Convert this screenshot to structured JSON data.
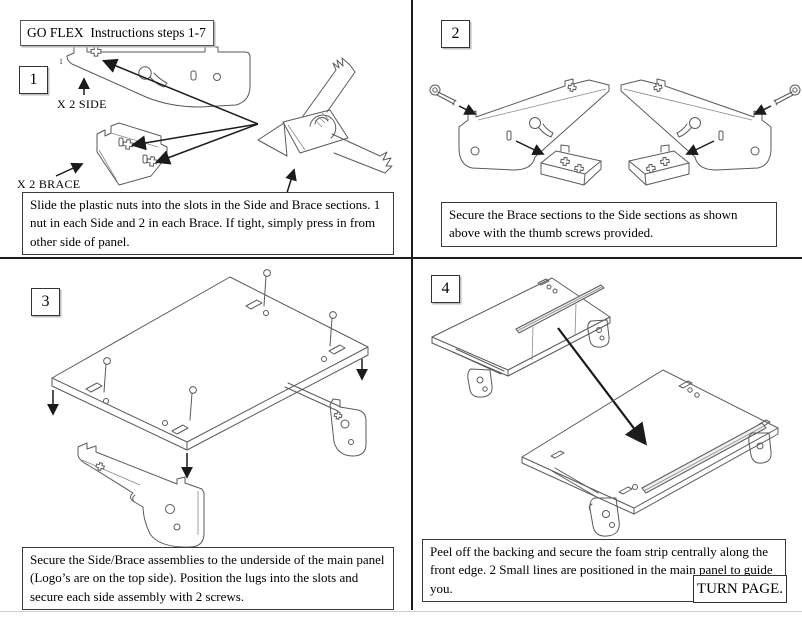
{
  "title": "GO FLEX  Instructions steps 1-7",
  "steps": [
    {
      "number": "1",
      "instruction": "Slide the plastic nuts into the slots in the Side and Brace sections. 1 nut in each Side and 2 in each Brace. If tight, simply press in from other side of panel."
    },
    {
      "number": "2",
      "instruction": "Secure the Brace sections to the Side sections as shown above with the thumb screws provided."
    },
    {
      "number": "3",
      "instruction": "Secure the Side/Brace assemblies to the underside of the main panel (Logo’s are on the top side). Position the lugs into the slots and secure each side assembly with 2 screws."
    },
    {
      "number": "4",
      "instruction": "Peel off the backing and secure the foam strip centrally along the front edge. 2 Small lines are positioned in the main panel to guide you."
    }
  ],
  "labels": {
    "side_qty": "X 2 SIDE",
    "brace_qty": "X 2 BRACE",
    "part_mark": "1",
    "turn_page": "TURN PAGE."
  },
  "colors": {
    "line": "#5a5a5a",
    "arrow": "#1b1b1b",
    "border": "#333333",
    "background": "#ffffff"
  }
}
